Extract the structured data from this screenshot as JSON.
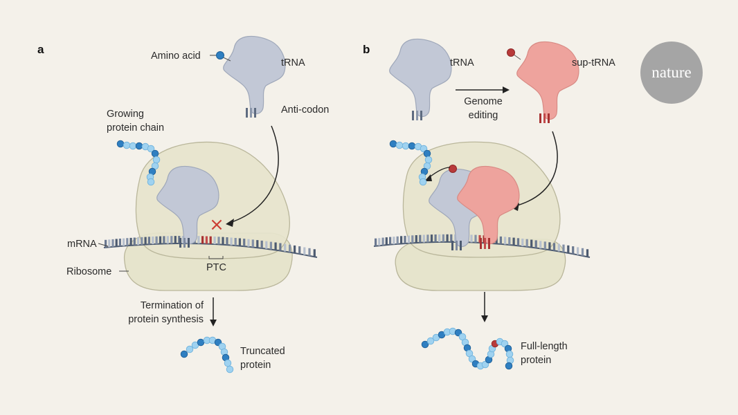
{
  "panels": {
    "a": "a",
    "b": "b"
  },
  "panel_a": {
    "amino_acid": "Amino acid",
    "trna": "tRNA",
    "anticodon": "Anti-codon",
    "growing_chain_1": "Growing",
    "growing_chain_2": "protein chain",
    "mrna": "mRNA",
    "ptc": "PTC",
    "ribosome": "Ribosome",
    "termination_1": "Termination of",
    "termination_2": "protein synthesis",
    "truncated_1": "Truncated",
    "truncated_2": "protein",
    "stop_mark": "×"
  },
  "panel_b": {
    "trna": "tRNA",
    "sup_trna": "sup-tRNA",
    "genome_1": "Genome",
    "genome_2": "editing",
    "full_1": "Full-length",
    "full_2": "protein"
  },
  "logo": "nature",
  "colors": {
    "background": "#f4f1ea",
    "trna": "#c2c8d6",
    "sup_trna": "#eea39d",
    "ribosome": "#e6e4cc",
    "bead_dark": "#2f7fc1",
    "bead_light": "#9fd2f0",
    "bead_red": "#b83a3a",
    "stop_x": "#cc3d33",
    "logo_circle": "#a5a5a5"
  }
}
